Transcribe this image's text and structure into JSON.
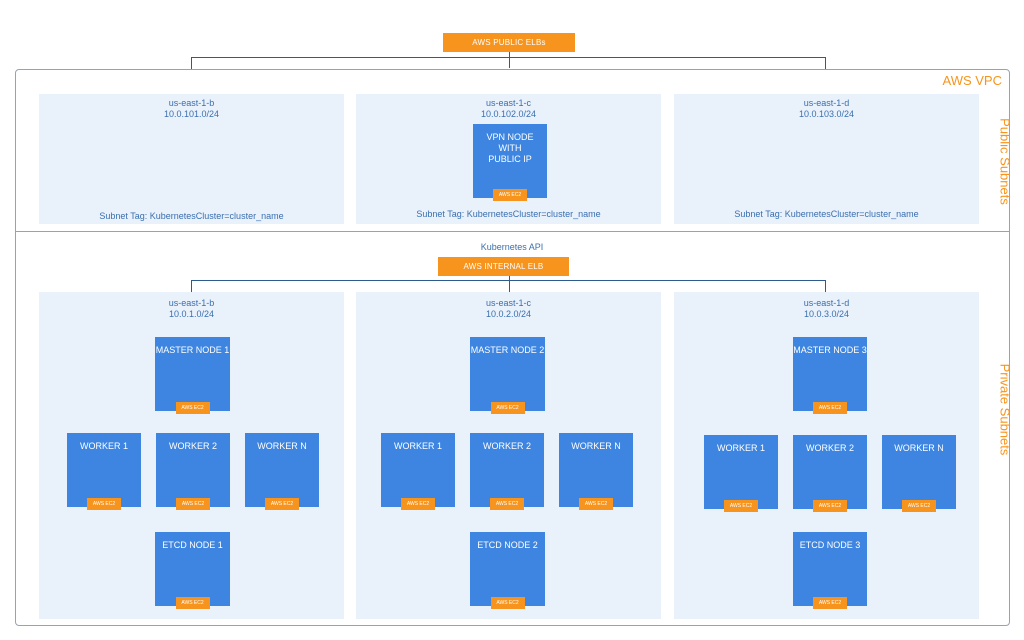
{
  "public_elb": "AWS PUBLIC ELBs",
  "internal_elb": "AWS INTERNAL ELB",
  "vpc_label": "AWS VPC",
  "public_subnets_label": "Public Subnets",
  "private_subnets_label": "Private Subnets",
  "kubernetes_api": "Kubernetes API",
  "ec2_label": "AWS EC2",
  "public_subnets": [
    {
      "zone": "us-east-1-b",
      "cidr": "10.0.101.0/24",
      "tag": "Subnet Tag: KubernetesCluster=cluster_name"
    },
    {
      "zone": "us-east-1-c",
      "cidr": "10.0.102.0/24",
      "tag": "Subnet Tag: KubernetesCluster=cluster_name"
    },
    {
      "zone": "us-east-1-d",
      "cidr": "10.0.103.0/24",
      "tag": "Subnet Tag: KubernetesCluster=cluster_name"
    }
  ],
  "vpn_node": {
    "line1": "VPN NODE",
    "line2": "WITH",
    "line3": "PUBLIC IP"
  },
  "private_subnets": [
    {
      "zone": "us-east-1-b",
      "cidr": "10.0.1.0/24",
      "master": "MASTER NODE 1",
      "etcd": "ETCD NODE 1"
    },
    {
      "zone": "us-east-1-c",
      "cidr": "10.0.2.0/24",
      "master": "MASTER NODE 2",
      "etcd": "ETCD NODE 2"
    },
    {
      "zone": "us-east-1-d",
      "cidr": "10.0.3.0/24",
      "master": "MASTER NODE 3",
      "etcd": "ETCD NODE 3"
    }
  ],
  "workers": [
    "WORKER 1",
    "WORKER 2",
    "WORKER N"
  ]
}
